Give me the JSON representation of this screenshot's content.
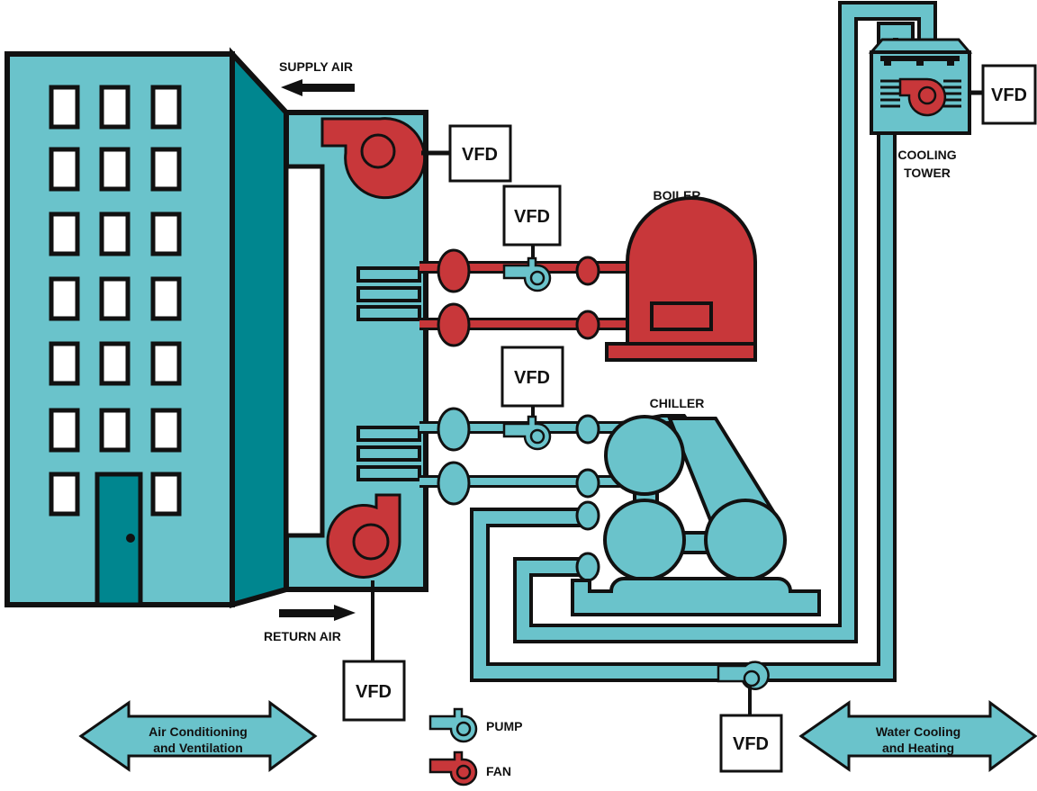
{
  "colors": {
    "teal": "#6ac3cb",
    "dark_teal": "#00868f",
    "red": "#c8373a",
    "outline": "#111111",
    "background": "#ffffff"
  },
  "labels": {
    "supply_air": "SUPPLY AIR",
    "return_air": "RETURN AIR",
    "boiler": "BOILER",
    "chiller": "CHILLER",
    "cooling_tower_line1": "COOLING",
    "cooling_tower_line2": "TOWER",
    "vfd": "VFD"
  },
  "legend": {
    "pump": "PUMP",
    "fan": "FAN",
    "pump_icon": "pump-icon",
    "fan_icon": "fan-icon"
  },
  "sections": {
    "left_line1": "Air Conditioning",
    "left_line2": "and Ventilation",
    "right_line1": "Water Cooling",
    "right_line2": "and Heating"
  }
}
